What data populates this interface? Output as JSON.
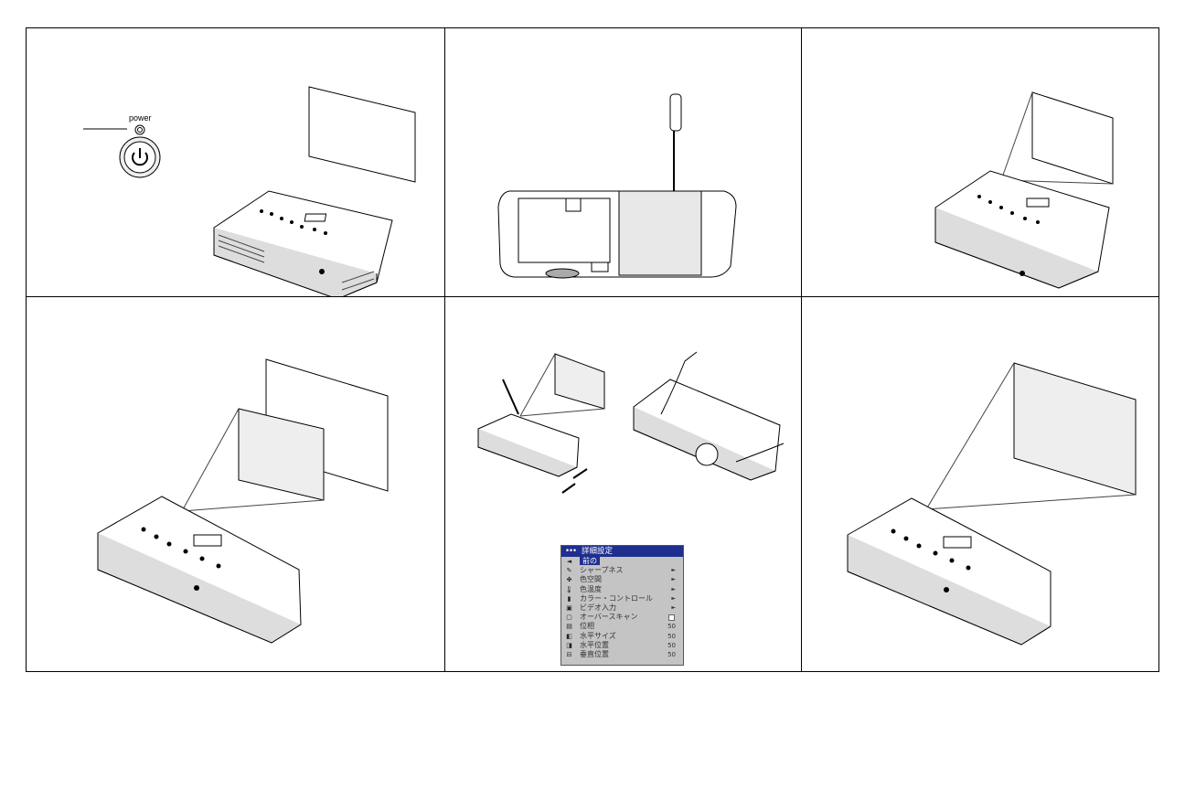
{
  "panels": {
    "power_label": "power"
  },
  "menu": {
    "title": "詳細設定",
    "items": [
      {
        "label": "前の",
        "icon": "back-arrow-icon",
        "glyph": "◄",
        "value": "",
        "selected": true,
        "kind": "none"
      },
      {
        "label": "シャープネス",
        "icon": "sharpness-icon",
        "glyph": "✎",
        "value": "",
        "selected": false,
        "kind": "arrow"
      },
      {
        "label": "色空間",
        "icon": "color-space-icon",
        "glyph": "✤",
        "value": "",
        "selected": false,
        "kind": "arrow"
      },
      {
        "label": "色温度",
        "icon": "thermometer-icon",
        "glyph": "🌡",
        "value": "",
        "selected": false,
        "kind": "arrow"
      },
      {
        "label": "カラー・コントロール",
        "icon": "color-bars-icon",
        "glyph": "▮",
        "value": "",
        "selected": false,
        "kind": "arrow"
      },
      {
        "label": "ビデオ入力",
        "icon": "video-input-icon",
        "glyph": "▣",
        "value": "",
        "selected": false,
        "kind": "arrow"
      },
      {
        "label": "オーバースキャン",
        "icon": "overscan-icon",
        "glyph": "▢",
        "value": "",
        "selected": false,
        "kind": "check"
      },
      {
        "label": "位相",
        "icon": "phase-icon",
        "glyph": "▤",
        "value": "50",
        "selected": false,
        "kind": "value"
      },
      {
        "label": "水平サイズ",
        "icon": "horizontal-size-icon",
        "glyph": "◧",
        "value": "50",
        "selected": false,
        "kind": "value"
      },
      {
        "label": "水平位置",
        "icon": "horizontal-position-icon",
        "glyph": "◨",
        "value": "50",
        "selected": false,
        "kind": "value"
      },
      {
        "label": "垂直位置",
        "icon": "vertical-position-icon",
        "glyph": "⊟",
        "value": "50",
        "selected": false,
        "kind": "value"
      }
    ],
    "arrow_glyph": "►",
    "title_dots": "•••"
  }
}
